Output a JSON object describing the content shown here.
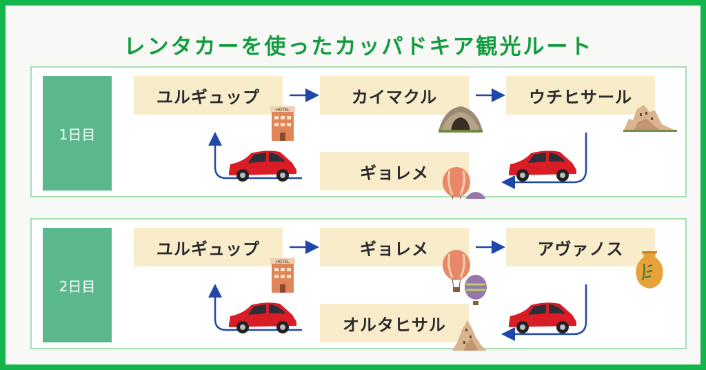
{
  "title": "レンタカーを使ったカッパドキア観光ルート",
  "days": [
    {
      "label": "1日目",
      "stops": [
        "ユルギュップ",
        "カイマクル",
        "ウチヒサール",
        "ギョレメ"
      ],
      "icons": [
        "hotel-icon",
        "cave-icon",
        "rock-castle-icon",
        "hot-air-balloon-icon"
      ]
    },
    {
      "label": "2日目",
      "stops": [
        "ユルギュップ",
        "ギョレメ",
        "アヴァノス",
        "オルタヒサル"
      ],
      "icons": [
        "hotel-icon",
        "hot-air-balloon-icon",
        "pottery-vase-icon",
        "rock-castle-icon"
      ]
    }
  ],
  "hotel_sign": "HOTEL",
  "colors": {
    "frame": "#12b64a",
    "title": "#129c3f",
    "day_label_bg": "#5bb88d",
    "stop_bg": "#f8eccb",
    "arrow": "#1f47a8",
    "car": "#d91d26"
  }
}
